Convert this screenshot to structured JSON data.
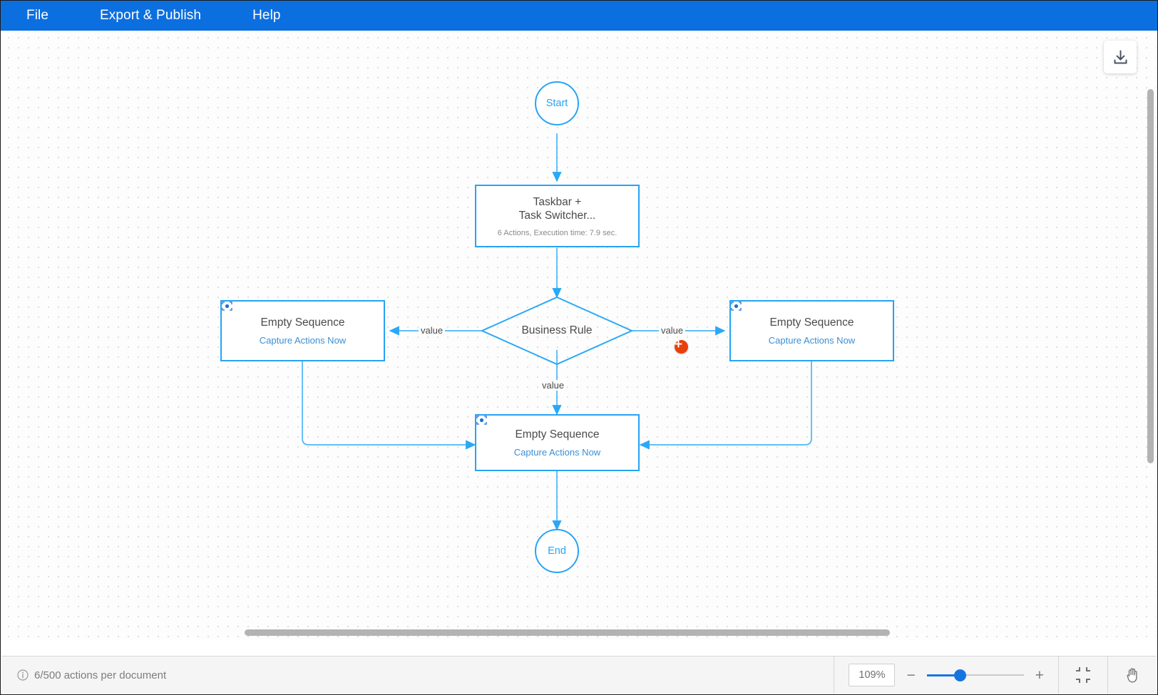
{
  "menu": {
    "items": [
      {
        "label": "File",
        "name": "menu-file"
      },
      {
        "label": "Export & Publish",
        "name": "menu-export-publish"
      },
      {
        "label": "Help",
        "name": "menu-help"
      }
    ]
  },
  "toolbar": {
    "download_icon": "download-icon"
  },
  "flow": {
    "start_label": "Start",
    "end_label": "End",
    "process": {
      "title_line1": "Taskbar +",
      "title_line2": "Task Switcher...",
      "subtitle": "6 Actions, Execution time: 7.9 sec."
    },
    "decision": {
      "label": "Business Rule"
    },
    "edge_labels": {
      "left": "value",
      "right": "value",
      "down": "value"
    },
    "sequence_left": {
      "title": "Empty Sequence",
      "capture_label": "Capture Actions Now",
      "capture_icon": "capture-actions-icon"
    },
    "sequence_right": {
      "title": "Empty Sequence",
      "capture_label": "Capture Actions Now",
      "capture_icon": "capture-actions-icon"
    },
    "sequence_bottom": {
      "title": "Empty Sequence",
      "capture_label": "Capture Actions Now",
      "capture_icon": "capture-actions-icon"
    },
    "add_badge": {
      "name": "add-step-badge",
      "glyph": "+",
      "color": "#e8400c"
    },
    "colors": {
      "node_border": "#27a3f5",
      "connector": "#4cb5f9",
      "link_text": "#3b8fd6",
      "title_text": "#4a4a4a"
    }
  },
  "status": {
    "info_icon": "info-icon",
    "actions_text": "6/500 actions per document",
    "zoom_value": "109%",
    "zoom_out_label": "−",
    "zoom_in_label": "+",
    "fit_icon": "fit-to-screen-icon",
    "pan_icon": "hand-pan-icon"
  }
}
